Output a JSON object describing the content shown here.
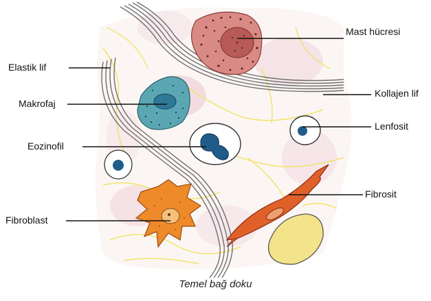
{
  "labels": {
    "mast_cell": "Mast hücresi",
    "elastic_fiber": "Elastik lif",
    "macrophage": "Makrofaj",
    "collagen_fiber": "Kollajen lif",
    "lymphocyte": "Lenfosit",
    "eosinophil": "Eozinofil",
    "fibrocyte": "Fibrosit",
    "fibroblast": "Fibroblast"
  },
  "caption": "Temel bağ doku",
  "colors": {
    "mast_cell": "#d98a84",
    "macrophage": "#5aa7b3",
    "fibroblast": "#ee8a2a",
    "fibrocyte": "#e0602a",
    "adipocyte": "#f3e38a",
    "elastic_fiber": "#f2e36a",
    "collagen_fiber": "#6f6f6f",
    "ground_substance": "#f1d3d8",
    "nucleus": "#1f5c8a"
  }
}
